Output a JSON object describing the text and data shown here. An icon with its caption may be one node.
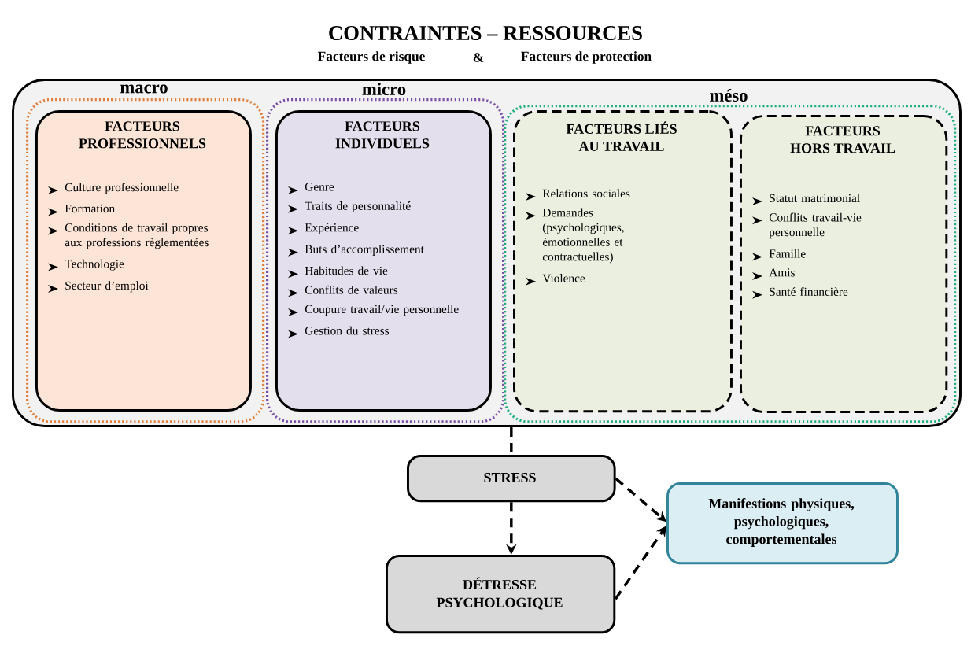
{
  "diagram": {
    "title": "CONTRAINTES – RESSOURCES",
    "nodes": [
      {
        "text": [],
        "shape": "box"
      },
      {
        "text": [
          "macro"
        ],
        "in": 0
      },
      {
        "text": [
          "FACTEURS PROFESSIONNELS",
          "Culture professionnelle",
          "Formation",
          "Conditions de travail propres aux professions règlementées",
          "Technologie",
          "Secteur d’emploi"
        ],
        "in": 1
      },
      {
        "text": [
          "micro"
        ],
        "in": 0
      },
      {
        "text": [
          "FACTEURS INDIVIDUELS",
          "Genre",
          "Traits de personnalité",
          "Expérience",
          "Buts d’accomplissement",
          "Habitudes de vie",
          "Conflits de valeurs",
          "Coupure travail/vie personnelle",
          "Gestion du stress"
        ],
        "in": 3
      },
      {
        "text": [
          "méso"
        ],
        "in": 0
      },
      {
        "text": [
          "FACTEURS LIÉS AU TRAVAIL",
          "Relations sociales",
          "Demandes (psychologiques, émotionnelles et contractuelles)",
          "Violence"
        ],
        "in": 5
      },
      {
        "text": [
          "FACTEURS HORS TRAVAIL",
          "Statut matrimonial",
          "Conflits travail-vie personnelle",
          "Famille",
          "Amis",
          "Santé financière"
        ],
        "in": 5
      },
      {
        "text": [
          "STRESS"
        ]
      },
      {
        "text": [
          "DÉTRESSE PSYCHOLOGIQUE"
        ]
      },
      {
        "text": [
          "Manifestions physiques, psychologiques, comportementales"
        ]
      }
    ],
    "edges": [
      {
        "from": 0,
        "to": 8,
        "arrow": "none",
        "style": "dashed"
      },
      {
        "from": 8,
        "to": 9,
        "arrow": "to",
        "style": "dashed"
      },
      {
        "from": 8,
        "to": 10,
        "arrow": "to",
        "style": "dashed"
      },
      {
        "from": 9,
        "to": 10,
        "arrow": "to",
        "style": "dashed"
      }
    ],
    "labels": [
      "Facteurs de risque",
      "&",
      "Facteurs de protection"
    ]
  }
}
